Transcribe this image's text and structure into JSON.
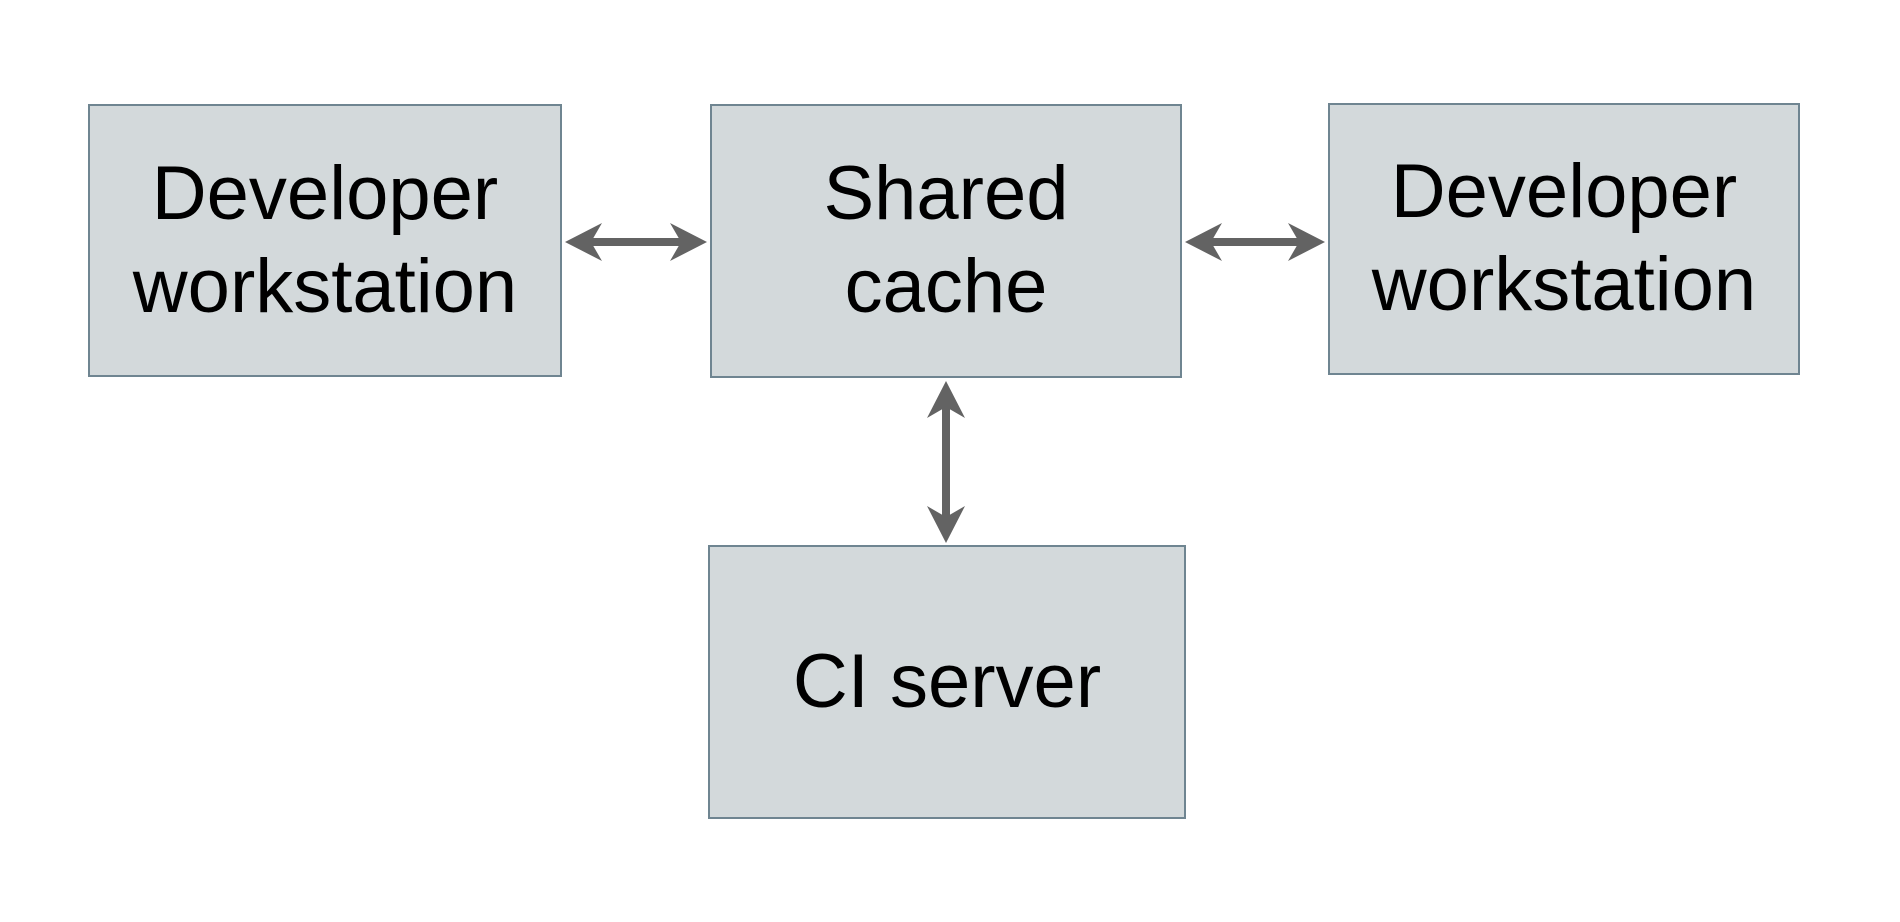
{
  "diagram": {
    "type": "architecture-diagram",
    "colors": {
      "background": "#ffffff",
      "node_fill": "#d3d9db",
      "node_border": "#6f8591",
      "arrow": "#636363",
      "text": "#000000"
    },
    "nodes": [
      {
        "id": "developer-workstation-left",
        "label": "Developer workstation",
        "lines": [
          "Developer",
          "workstation"
        ]
      },
      {
        "id": "shared-cache",
        "label": "Shared cache",
        "lines": [
          "Shared",
          "cache"
        ]
      },
      {
        "id": "developer-workstation-right",
        "label": "Developer workstation",
        "lines": [
          "Developer",
          "workstation"
        ]
      },
      {
        "id": "ci-server",
        "label": "CI server",
        "lines": [
          "CI server"
        ]
      }
    ],
    "edges": [
      {
        "from": "developer-workstation-left",
        "to": "shared-cache",
        "direction": "bidirectional",
        "orientation": "horizontal"
      },
      {
        "from": "shared-cache",
        "to": "developer-workstation-right",
        "direction": "bidirectional",
        "orientation": "horizontal"
      },
      {
        "from": "shared-cache",
        "to": "ci-server",
        "direction": "bidirectional",
        "orientation": "vertical"
      }
    ]
  }
}
